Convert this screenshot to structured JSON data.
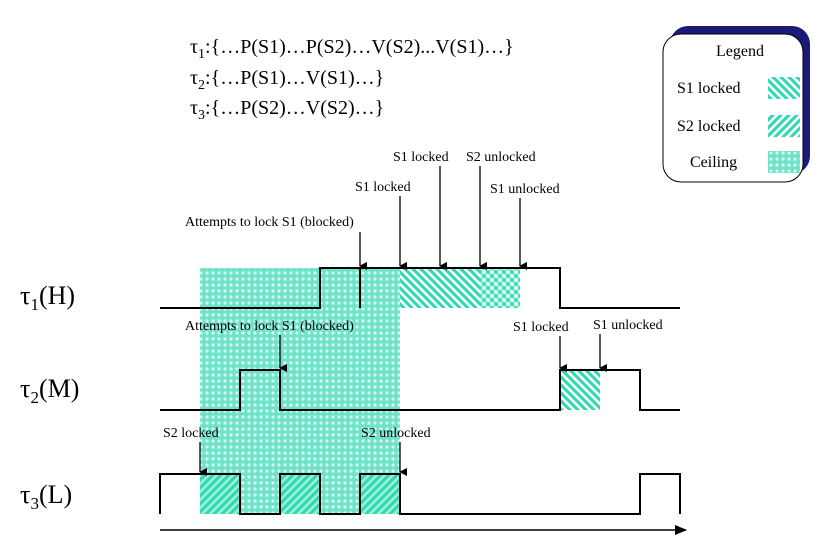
{
  "tasks": [
    {
      "symbol": "τ",
      "sub": "1",
      "def": ":{…P(S1)…P(S2)…V(S2)...V(S1)…}",
      "label_suffix": "(H)"
    },
    {
      "symbol": "τ",
      "sub": "2",
      "def": ":{…P(S1)…V(S1)…}",
      "label_suffix": "(M)"
    },
    {
      "symbol": "τ",
      "sub": "3",
      "def": ":{…P(S2)…V(S2)…}",
      "label_suffix": "(L)"
    }
  ],
  "legend": {
    "title": "Legend",
    "items": [
      {
        "label": "S1 locked",
        "pattern": "s1-hatch"
      },
      {
        "label": "S2 locked",
        "pattern": "s2-hatch"
      },
      {
        "label": "Ceiling",
        "pattern": "ceiling-dots"
      }
    ]
  },
  "annotations": {
    "t1_attempt": "Attempts to lock S1 (blocked)",
    "t1_s1_locked": "S1 locked",
    "t1_s1_locked_top": "S1 locked",
    "t1_s2_unlocked": "S2 unlocked",
    "t1_s1_unlocked": "S1 unlocked",
    "t2_attempt": "Attempts to lock S1 (blocked)",
    "t2_s1_locked": "S1 locked",
    "t2_s1_unlocked": "S1 unlocked",
    "t3_s2_locked": "S2  locked",
    "t3_s2_unlocked": "S2 unlocked"
  },
  "colors": {
    "accent": "#2cd9b0",
    "legend_shadow": "#1a1a7a",
    "line": "#000000"
  }
}
